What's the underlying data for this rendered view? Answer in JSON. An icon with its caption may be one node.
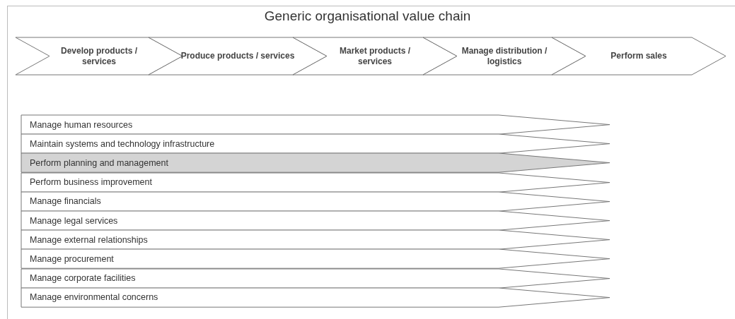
{
  "diagram": {
    "title": "Generic organisational value chain",
    "nodes": [
      {
        "text": [
          "Develop products / services"
        ]
      },
      {
        "text": [
          "Produce products / services"
        ]
      },
      {
        "text": [
          "Market products / services"
        ]
      },
      {
        "text": [
          "Manage distribution / logistics"
        ]
      },
      {
        "text": [
          "Perform sales"
        ]
      },
      {
        "text": [
          "Manage human resources"
        ]
      },
      {
        "text": [
          "Maintain systems and technology infrastructure"
        ]
      },
      {
        "text": [
          "Perform planning and management"
        ]
      },
      {
        "text": [
          "Perform business improvement"
        ]
      },
      {
        "text": [
          "Manage financials"
        ]
      },
      {
        "text": [
          "Manage legal services"
        ]
      },
      {
        "text": [
          "Manage external relationships"
        ]
      },
      {
        "text": [
          "Manage procurement"
        ]
      },
      {
        "text": [
          "Manage corporate facilities"
        ]
      },
      {
        "text": [
          "Manage environmental concerns"
        ]
      }
    ]
  }
}
